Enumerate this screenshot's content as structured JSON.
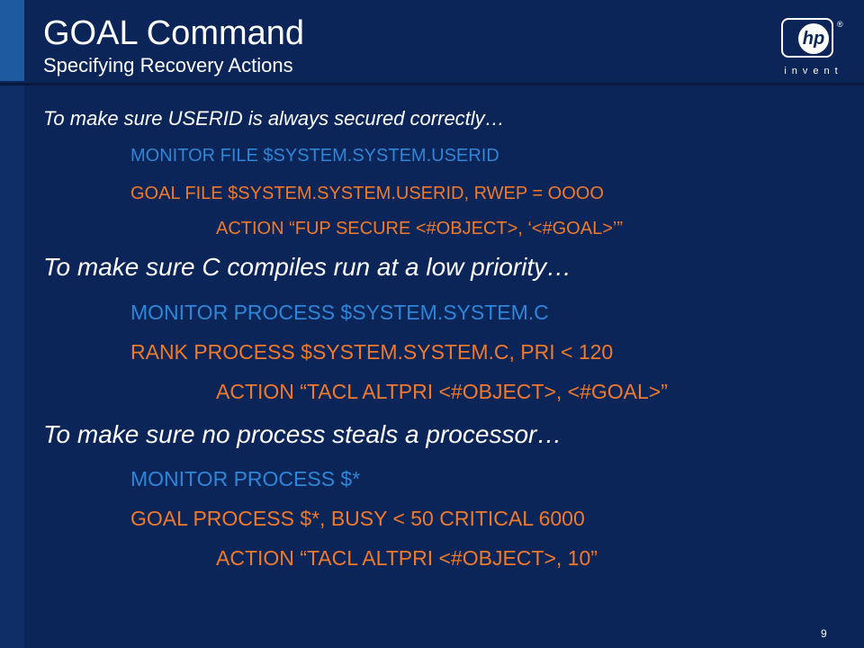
{
  "title": "GOAL Command",
  "subtitle": "Specifying Recovery Actions",
  "logo": {
    "mark": "hp",
    "registered": "®",
    "tagline": "invent"
  },
  "sections": [
    {
      "heading": "To make sure USERID is always secured correctly…",
      "monitor": "MONITOR FILE $SYSTEM.SYSTEM.USERID",
      "goal": "GOAL FILE $SYSTEM.SYSTEM.USERID, RWEP = OOOO",
      "action": "ACTION “FUP SECURE <#OBJECT>, ‘<#GOAL>’”"
    },
    {
      "heading": "To make sure C compiles run at a low priority…",
      "monitor": "MONITOR PROCESS $SYSTEM.SYSTEM.C",
      "goal": "RANK PROCESS $SYSTEM.SYSTEM.C,  PRI < 120",
      "action": "ACTION “TACL ALTPRI <#OBJECT>, <#GOAL>”"
    },
    {
      "heading": "To make sure no process steals a processor…",
      "monitor": "MONITOR PROCESS $*",
      "goal": "GOAL PROCESS $*, BUSY < 50 CRITICAL 6000",
      "action": "ACTION “TACL ALTPRI <#OBJECT>, 10”"
    }
  ],
  "page_number": "9",
  "colors": {
    "background": "#0b2558",
    "monitor": "#2f86d8",
    "goal": "#f07a2a",
    "text": "#ffffff"
  }
}
